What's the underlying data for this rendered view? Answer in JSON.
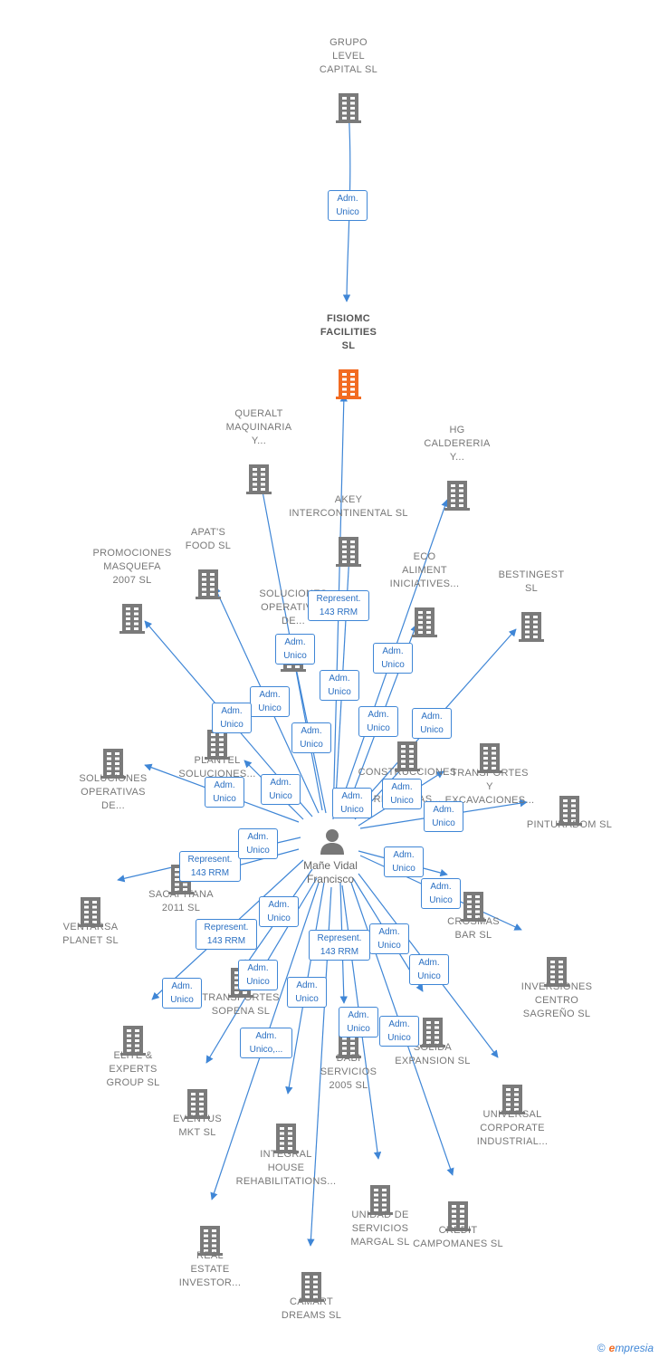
{
  "colors": {
    "edge": "#3f86d6",
    "building": "#7a7a7a",
    "focus": "#f26b21",
    "person": "#777777",
    "label": "#777777"
  },
  "person": {
    "name_line1": "Mañe Vidal",
    "name_line2": "Francisco",
    "icon": "person-icon"
  },
  "nodes": [
    {
      "id": "grupo-level",
      "lines": [
        "GRUPO",
        "LEVEL",
        "CAPITAL  SL"
      ],
      "icon": "building-icon"
    },
    {
      "id": "fisiomc",
      "lines": [
        "FISIOMC",
        "FACILITIES",
        "SL"
      ],
      "icon": "building-icon",
      "focus": true
    },
    {
      "id": "queralt",
      "lines": [
        "QUERALT",
        "MAQUINARIA",
        "Y..."
      ],
      "icon": "building-icon"
    },
    {
      "id": "hg-caldereria",
      "lines": [
        "HG",
        "CALDERERIA",
        "Y..."
      ],
      "icon": "building-icon"
    },
    {
      "id": "akey",
      "lines": [
        "AKEY",
        "INTERCONTINENTAL SL"
      ],
      "icon": "building-icon"
    },
    {
      "id": "apats",
      "lines": [
        "APAT'S",
        "FOOD  SL"
      ],
      "icon": "building-icon"
    },
    {
      "id": "promociones",
      "lines": [
        "PROMOCIONES",
        "MASQUEFA",
        "2007 SL"
      ],
      "icon": "building-icon"
    },
    {
      "id": "eco-aliment",
      "lines": [
        "ECO",
        "ALIMENT",
        "INICIATIVES..."
      ],
      "icon": "building-icon"
    },
    {
      "id": "bestingest",
      "lines": [
        "BESTINGEST",
        "SL"
      ],
      "icon": "building-icon"
    },
    {
      "id": "soluciones-operativas-a",
      "lines": [
        "SOLUCIONES",
        "OPERATIVAS",
        "DE..."
      ],
      "icon": "building-icon"
    },
    {
      "id": "plantel",
      "lines": [
        "PLANTEL",
        "SOLUCIONES..."
      ],
      "icon": "building-icon"
    },
    {
      "id": "construcciones",
      "lines": [
        "CONSTRUCCIONES",
        "Y",
        "REFORMAS..."
      ],
      "icon": "building-icon"
    },
    {
      "id": "transportes-exc",
      "lines": [
        "TRANSPORTES",
        "Y",
        "EXCAVACIONES..."
      ],
      "icon": "building-icon"
    },
    {
      "id": "soluciones-operativas-b",
      "lines": [
        "SOLUCIONES",
        "OPERATIVAS",
        "DE..."
      ],
      "icon": "building-icon"
    },
    {
      "id": "pinturadom",
      "lines": [
        "PINTURADOM SL"
      ],
      "icon": "building-icon"
    },
    {
      "id": "sacapitana",
      "lines": [
        "SACAPITANA",
        "2011 SL"
      ],
      "icon": "building-icon"
    },
    {
      "id": "ventarsa",
      "lines": [
        "VENTARSA",
        "PLANET SL"
      ],
      "icon": "building-icon"
    },
    {
      "id": "crosmas",
      "lines": [
        "CROSMAS",
        "BAR SL"
      ],
      "icon": "building-icon"
    },
    {
      "id": "inversiones",
      "lines": [
        "INVERSIONES",
        "CENTRO",
        "SAGREÑO  SL"
      ],
      "icon": "building-icon"
    },
    {
      "id": "transportes-sopena",
      "lines": [
        "TRANSPORTES",
        "SOPENA SL"
      ],
      "icon": "building-icon"
    },
    {
      "id": "elite",
      "lines": [
        "ELITE &",
        "EXPERTS",
        "GROUP  SL"
      ],
      "icon": "building-icon"
    },
    {
      "id": "solida",
      "lines": [
        "SOLIDA",
        "EXPANSION  SL"
      ],
      "icon": "building-icon"
    },
    {
      "id": "dabi",
      "lines": [
        "DABI",
        "SERVICIOS",
        "2005 SL"
      ],
      "icon": "building-icon"
    },
    {
      "id": "eventus",
      "lines": [
        "EVENTUS",
        "MKT  SL"
      ],
      "icon": "building-icon"
    },
    {
      "id": "universal",
      "lines": [
        "UNIVERSAL",
        "CORPORATE",
        "INDUSTRIAL..."
      ],
      "icon": "building-icon"
    },
    {
      "id": "integral",
      "lines": [
        "INTEGRAL",
        "HOUSE",
        "REHABILITATIONS..."
      ],
      "icon": "building-icon"
    },
    {
      "id": "unidad",
      "lines": [
        "UNIDAD DE",
        "SERVICIOS",
        "MARGAL SL"
      ],
      "icon": "building-icon"
    },
    {
      "id": "credit",
      "lines": [
        "CREDIT",
        "CAMPOMANES SL"
      ],
      "icon": "building-icon"
    },
    {
      "id": "real-estate",
      "lines": [
        "REAL",
        "ESTATE",
        "INVESTOR..."
      ],
      "icon": "building-icon"
    },
    {
      "id": "camart",
      "lines": [
        "CAMART",
        "DREAMS SL"
      ],
      "icon": "building-icon"
    }
  ],
  "edge_labels": [
    {
      "lines": [
        "Adm.",
        "Unico"
      ]
    },
    {
      "lines": [
        "Represent.",
        "143 RRM"
      ]
    },
    {
      "lines": [
        "Adm.",
        "Unico"
      ]
    },
    {
      "lines": [
        "Adm.",
        "Unico"
      ]
    },
    {
      "lines": [
        "Adm.",
        "Unico"
      ]
    },
    {
      "lines": [
        "Adm.",
        "Unico"
      ]
    },
    {
      "lines": [
        "Adm.",
        "Unico"
      ]
    },
    {
      "lines": [
        "Adm.",
        "Unico"
      ]
    },
    {
      "lines": [
        "Adm.",
        "Unico"
      ]
    },
    {
      "lines": [
        "Adm.",
        "Unico"
      ]
    },
    {
      "lines": [
        "Adm.",
        "Unico"
      ]
    },
    {
      "lines": [
        "Adm.",
        "Unico"
      ]
    },
    {
      "lines": [
        "Adm.",
        "Unico"
      ]
    },
    {
      "lines": [
        "Adm.",
        "Unico"
      ]
    },
    {
      "lines": [
        "Adm.",
        "Unico"
      ]
    },
    {
      "lines": [
        "Represent.",
        "143 RRM"
      ]
    },
    {
      "lines": [
        "Adm.",
        "Unico"
      ]
    },
    {
      "lines": [
        "Adm.",
        "Unico"
      ]
    },
    {
      "lines": [
        "Adm.",
        "Unico"
      ]
    },
    {
      "lines": [
        "Represent.",
        "143 RRM"
      ]
    },
    {
      "lines": [
        "Represent.",
        "143 RRM"
      ]
    },
    {
      "lines": [
        "Adm.",
        "Unico"
      ]
    },
    {
      "lines": [
        "Adm.",
        "Unico"
      ]
    },
    {
      "lines": [
        "Adm.",
        "Unico"
      ]
    },
    {
      "lines": [
        "Adm.",
        "Unico"
      ]
    },
    {
      "lines": [
        "Adm.",
        "Unico"
      ]
    },
    {
      "lines": [
        "Adm.",
        "Unico,..."
      ]
    },
    {
      "lines": [
        "Adm.",
        "Unico"
      ]
    },
    {
      "lines": [
        "Adm.",
        "Unico"
      ]
    },
    {
      "lines": [
        "Adm.",
        "Unico"
      ]
    }
  ],
  "credit": {
    "copyright": "©",
    "brand_initial": "e",
    "brand_rest": "mpresia"
  }
}
